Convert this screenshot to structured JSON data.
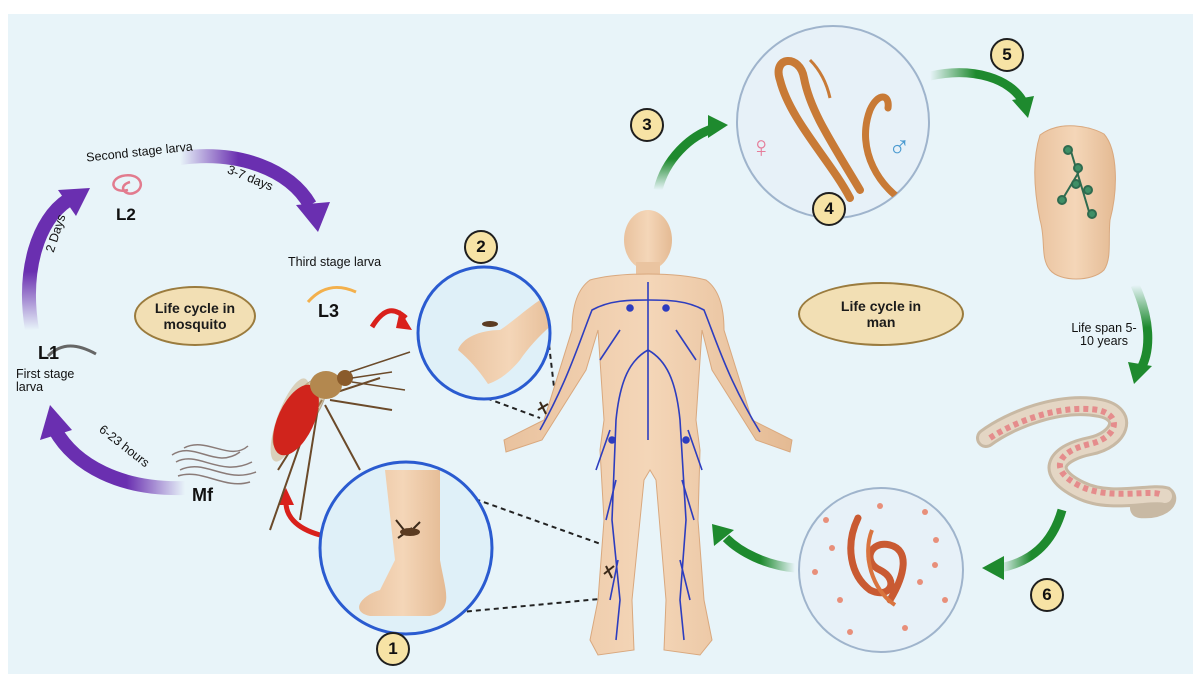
{
  "mosquito_cycle": {
    "title": "Life cycle in mosquito",
    "l1_code": "L1",
    "l1_desc": "First stage larva",
    "l2_code": "L2",
    "l2_desc": "Second stage larva",
    "l3_code": "L3",
    "l3_desc": "Third stage larva",
    "mf_code": "Mf",
    "dur_l1_l2": "2 Days",
    "dur_l2_l3": "3-7 days",
    "dur_mf_l1": "6-23 hours"
  },
  "man_cycle": {
    "title": "Life cycle in man",
    "life_span": "Life span 5-10 years"
  },
  "steps": [
    "1",
    "2",
    "3",
    "4",
    "5",
    "6"
  ],
  "colors": {
    "panel_bg": "#e8f4f9",
    "mosquito_arrow": "#6a2fb0",
    "man_arrow": "#1e8a2e",
    "bite_arrow": "#d9201b",
    "vessel": "#2d3dbf",
    "worm": "#c87a36",
    "female_symbol": "#e57d9a",
    "male_symbol": "#4a9ad0",
    "oval_fill": "#f2dfb4",
    "badge_fill": "#f7e3a5"
  },
  "icons": {
    "female": "♀",
    "male": "♂"
  }
}
